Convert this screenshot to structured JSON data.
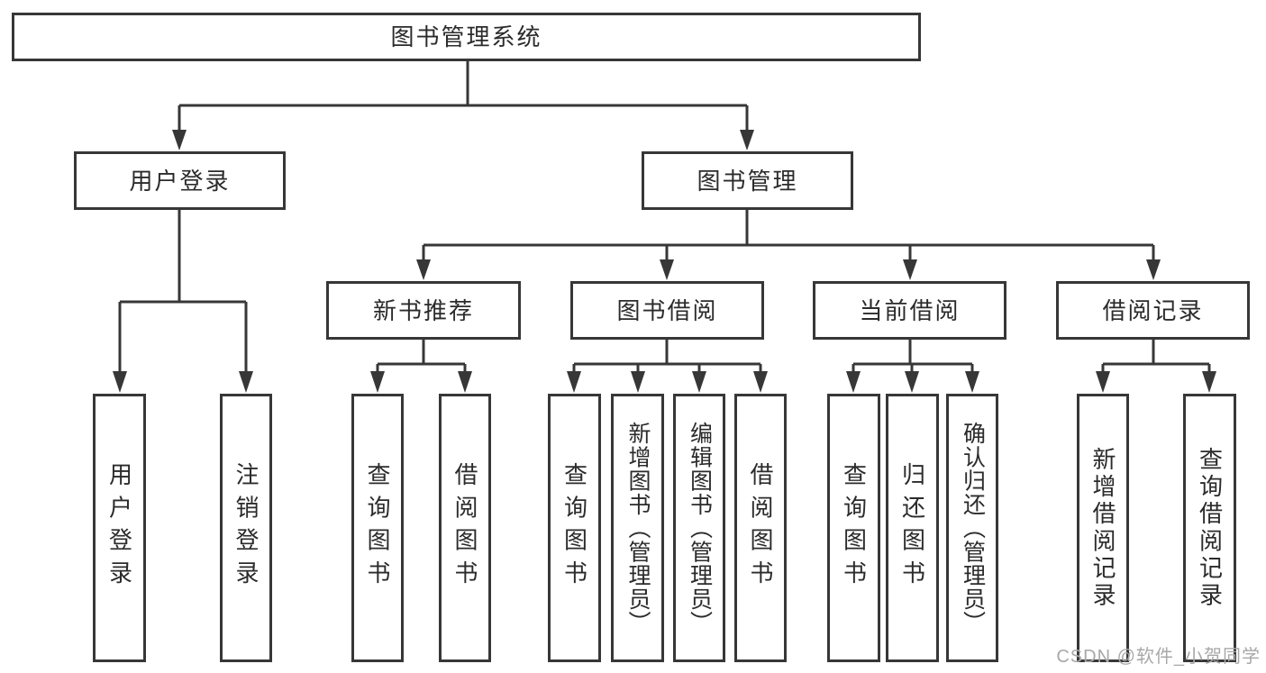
{
  "diagram": {
    "type": "tree",
    "root_label": "图书管理系统",
    "branches": [
      {
        "label": "用户登录",
        "children": [
          "用户登录",
          "注销登录"
        ]
      },
      {
        "label": "图书管理",
        "sections": [
          {
            "label": "新书推荐",
            "children": [
              "查询图书",
              "借阅图书"
            ]
          },
          {
            "label": "图书借阅",
            "children": [
              "查询图书",
              "新增图书（管理员）",
              "编辑图书（管理员）",
              "借阅图书"
            ]
          },
          {
            "label": "当前借阅",
            "children": [
              "查询图书",
              "归还图书",
              "确认归还（管理员）"
            ]
          },
          {
            "label": "借阅记录",
            "children": [
              "新增借阅记录",
              "查询借阅记录"
            ]
          }
        ]
      }
    ],
    "colors": {
      "line": "#373737",
      "text": "#2b2b2b",
      "background": "#ffffff",
      "watermark": "#a8a8a8"
    }
  },
  "watermark": {
    "text": "CSDN @软件_小贺同学"
  }
}
